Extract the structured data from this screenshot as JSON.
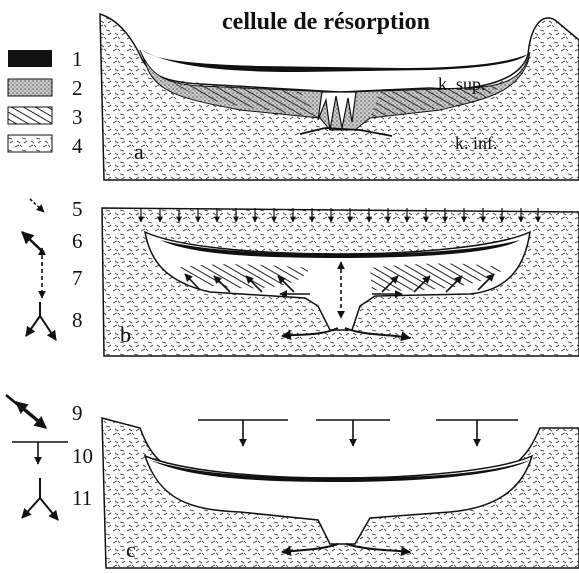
{
  "title": "cellule de résorption",
  "legend": {
    "numbers": [
      "1",
      "2",
      "3",
      "4",
      "5",
      "6",
      "7",
      "8",
      "9",
      "10",
      "11"
    ]
  },
  "panels": {
    "a": {
      "letter": "a",
      "upper_label": "k. sup.",
      "lower_label": "k. inf."
    },
    "b": {
      "letter": "b"
    },
    "c": {
      "letter": "c"
    }
  },
  "colors": {
    "ink": "#111111",
    "paper": "#ffffff",
    "stipple": "#8a8a8a"
  }
}
